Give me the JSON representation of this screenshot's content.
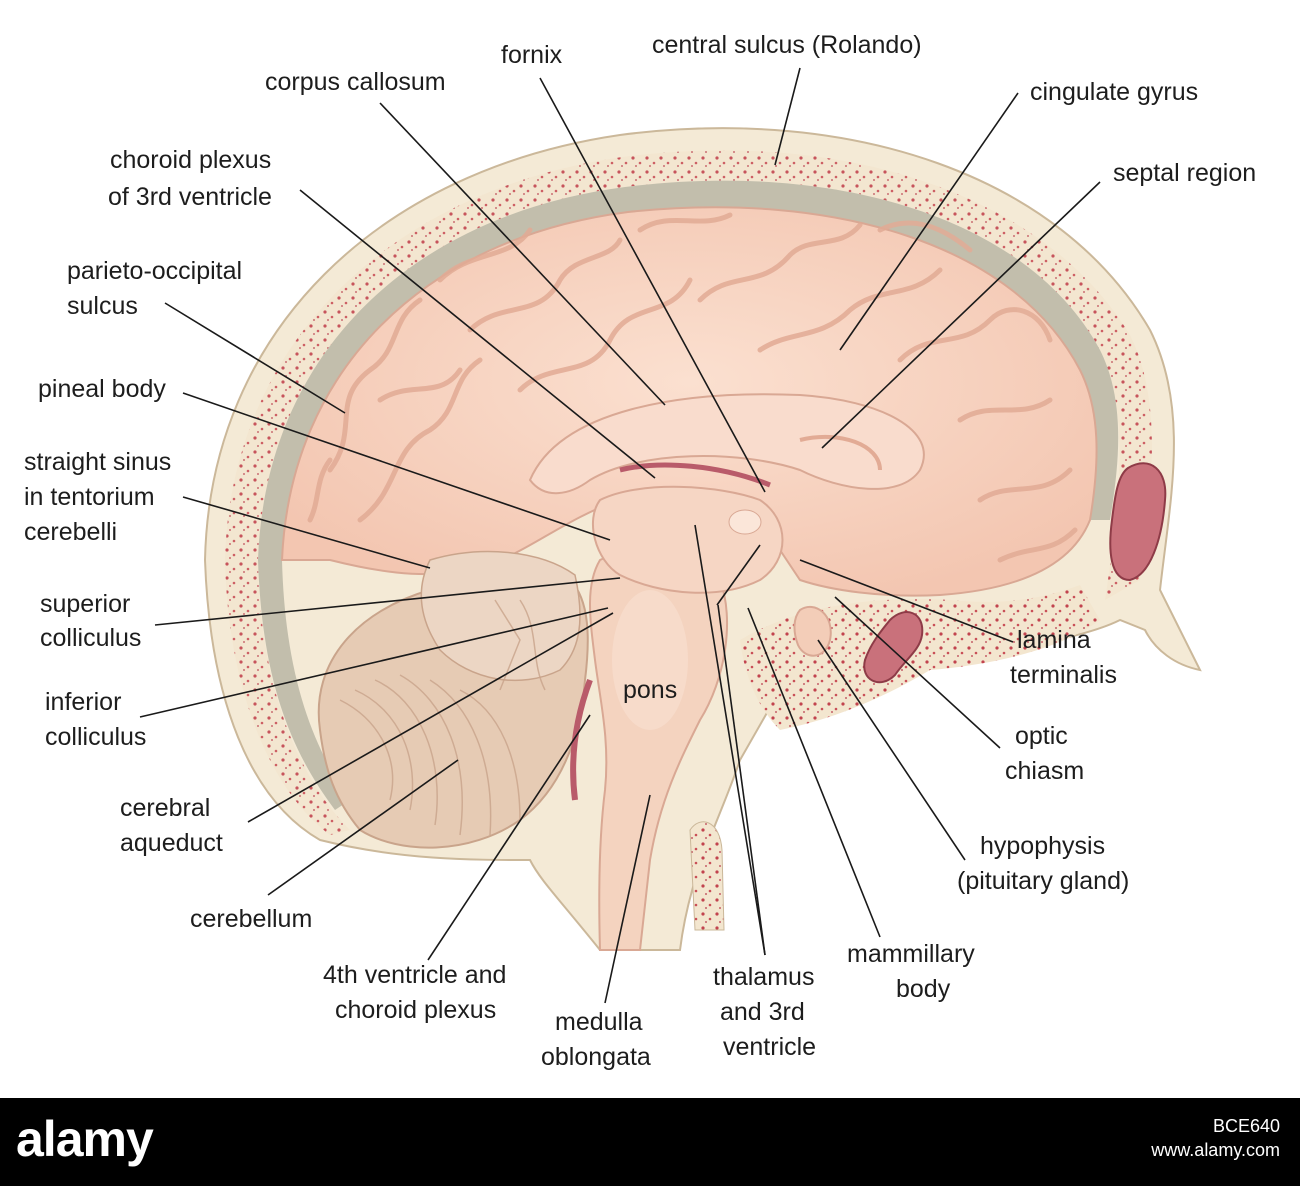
{
  "labels": {
    "fornix": "fornix",
    "central_sulcus": "central sulcus (Rolando)",
    "corpus_callosum": "corpus callosum",
    "cingulate_gyrus": "cingulate gyrus",
    "choroid_plexus_3rd_1": "choroid plexus",
    "choroid_plexus_3rd_2": "of 3rd ventricle",
    "septal_region": "septal region",
    "parieto_occipital_1": "parieto-occipital",
    "parieto_occipital_2": "sulcus",
    "pineal_body": "pineal body",
    "straight_sinus_1": "straight sinus",
    "straight_sinus_2": "in tentorium",
    "straight_sinus_3": "cerebelli",
    "superior_colliculus_1": "superior",
    "superior_colliculus_2": "colliculus",
    "inferior_colliculus_1": "inferior",
    "inferior_colliculus_2": "colliculus",
    "cerebral_aqueduct_1": "cerebral",
    "cerebral_aqueduct_2": "aqueduct",
    "cerebellum": "cerebellum",
    "fourth_ventricle_1": "4th ventricle and",
    "fourth_ventricle_2": "choroid plexus",
    "medulla_1": "medulla",
    "medulla_2": "oblongata",
    "thalamus_1": "thalamus",
    "thalamus_2": "and 3rd",
    "thalamus_3": "ventricle",
    "mammillary_1": "mammillary",
    "mammillary_2": "body",
    "hypophysis_1": "hypophysis",
    "hypophysis_2": "(pituitary gland)",
    "optic_1": "optic",
    "optic_2": "chiasm",
    "lamina_1": "lamina",
    "lamina_2": "terminalis",
    "pons": "pons"
  },
  "footer": {
    "logo": "alamy",
    "image_id": "BCE640",
    "url": "www.alamy.com"
  },
  "colors": {
    "brain": "#f7d3c0",
    "brain_shadow": "#e8b9a4",
    "skull": "#f4ead6",
    "bone_dots": "#c2434e",
    "dura_gap": "#b9b6a4",
    "cerebellum": "#e6cbb4",
    "sinus": "#c9717b"
  }
}
